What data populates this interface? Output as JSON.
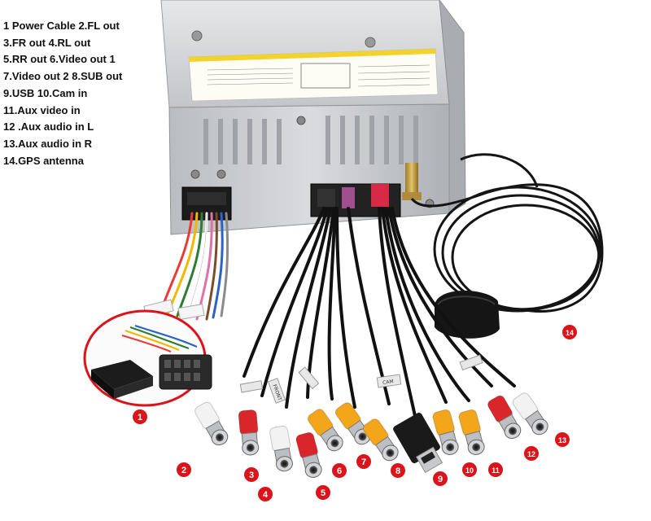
{
  "legend": [
    "1 Power Cable 2.FL out",
    "3.FR out        4.RL out",
    "5.RR out        6.Video out 1",
    "7.Video out 2  8.SUB out",
    "9.USB          10.Cam in",
    "11.Aux video in",
    "12 .Aux audio in L",
    "13.Aux audio in R",
    "14.GPS antenna"
  ],
  "callouts": [
    "1",
    "2",
    "3",
    "4",
    "5",
    "6",
    "7",
    "8",
    "9",
    "10",
    "11",
    "12",
    "13",
    "14"
  ],
  "cable_tags": {
    "cam": "CAM",
    "front": "FRONT"
  },
  "colors": {
    "badge": "#d9141b",
    "white_rca": "#f2f2f2",
    "red_rca": "#d9262b",
    "yellow_rca": "#f4a61a",
    "metal": "#c7c9cc",
    "usb": "#1a1a1a"
  }
}
